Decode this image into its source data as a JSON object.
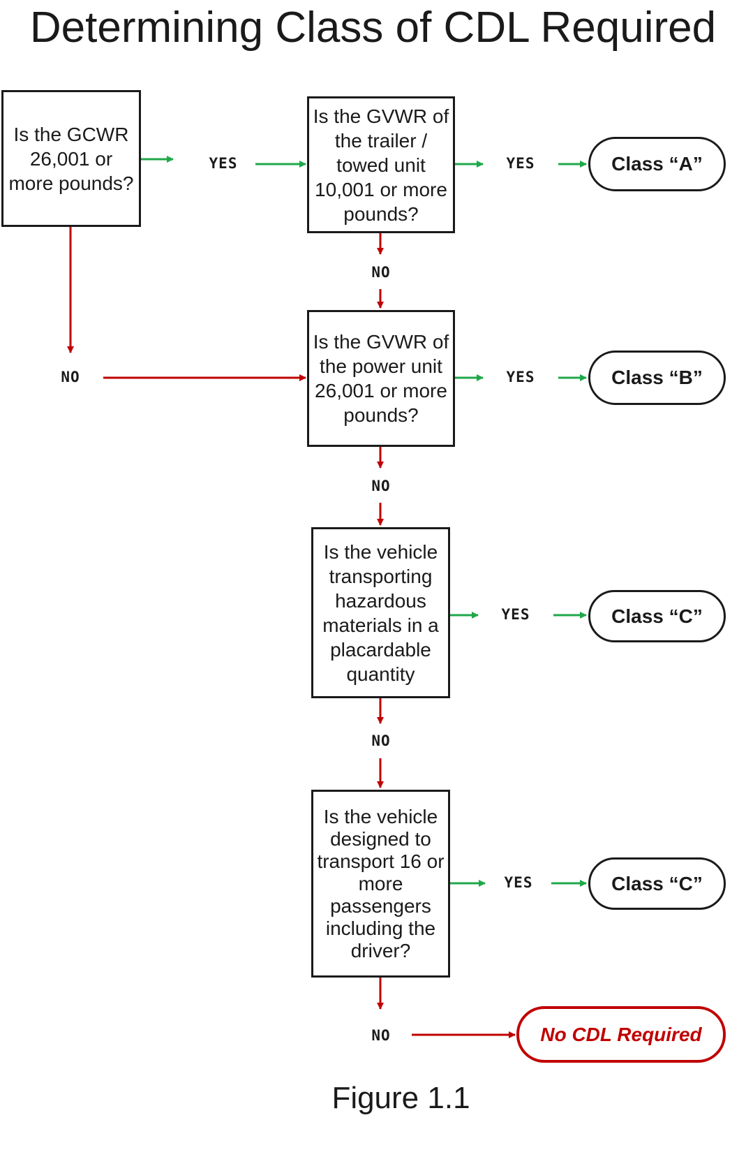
{
  "title": "Determining Class of CDL Required",
  "questions": {
    "q1": "Is the GCWR 26,001 or more pounds?",
    "q2": "Is the GVWR of the trailer / towed unit 10,001 or more pounds?",
    "q3": "Is the GVWR of the power unit 26,001 or more pounds?",
    "q4": "Is the vehicle transporting hazardous materials in a placardable quantity",
    "q5": "Is the vehicle designed to transport 16 or more passengers including the driver?"
  },
  "outcomes": {
    "class_a": "Class “A”",
    "class_b": "Class “B”",
    "class_c_1": "Class “C”",
    "class_c_2": "Class “C”",
    "no_cdl": "No CDL Required"
  },
  "labels": {
    "yes": "YES",
    "no": "NO"
  },
  "colors": {
    "yes_arrow": "#1fa84a",
    "no_arrow": "#c00000",
    "text": "#1a1a1a"
  },
  "caption": "Figure 1.1"
}
